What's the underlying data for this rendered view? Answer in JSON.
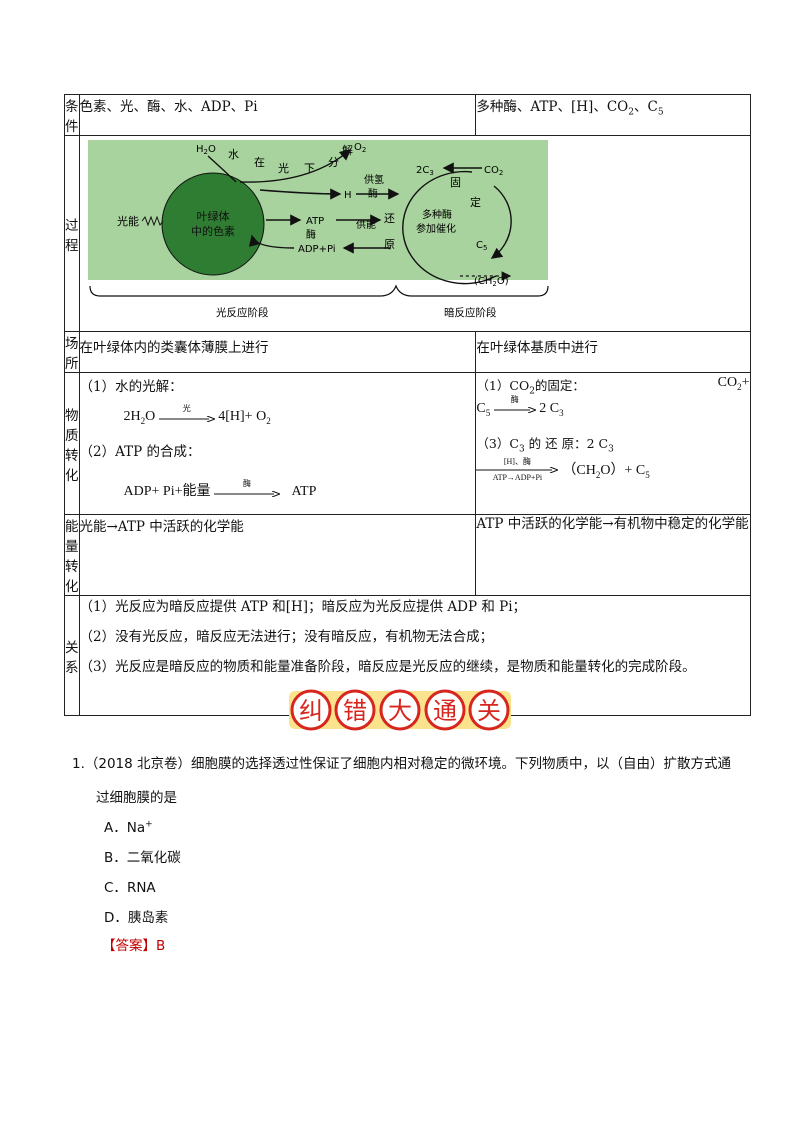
{
  "table": {
    "rows": {
      "conditions": {
        "label": "条件",
        "light": "色素、光、酶、水、ADP、Pi",
        "dark_main": "多种酶、ATP、[H]、CO",
        "dark_sub1": "2",
        "dark_mid": "、C",
        "dark_sub2": "5"
      },
      "process": {
        "label": "过程",
        "diagram": {
          "h2o": "H",
          "h2o_sub": "2",
          "h2o_o": "O",
          "split_text": [
            "水",
            "在",
            "光",
            "下",
            "分",
            "解"
          ],
          "o2": "O",
          "o2_sub": "2",
          "light_energy": "光能",
          "pigment_line1": "叶绿体",
          "pigment_line2": "中的色素",
          "h": "H",
          "atp": "ATP",
          "enzyme": "酶",
          "adp_pi": "ADP+Pi",
          "supply_h1": "供氢",
          "supply_h2": "酶",
          "supply_energy": "供能",
          "reduce1": "还",
          "reduce2": "原",
          "c3": "2C",
          "c3_sub": "3",
          "co2": "CO",
          "co2_sub": "2",
          "fix1": "固",
          "fix2": "定",
          "multi1": "多种酶",
          "multi2": "参加催化",
          "c5": "C",
          "c5_sub": "5",
          "ch2o": "(CH",
          "ch2o_sub": "2",
          "ch2o_end": "O)",
          "light_stage": "光反应阶段",
          "dark_stage": "暗反应阶段"
        }
      },
      "location": {
        "label": "场所",
        "light": "在叶绿体内的类囊体薄膜上进行",
        "dark": "在叶绿体基质中进行"
      },
      "material": {
        "label": "物质转化",
        "light_title1": "（1）水的光解：",
        "light_eq1_left": "2H",
        "light_eq1_sub": "2",
        "light_eq1_o": "O",
        "light_eq1_cond": "光",
        "light_eq1_right": "4[H]+ O",
        "light_eq1_right_sub": "2",
        "light_title2": "（2）ATP 的合成：",
        "light_eq2_left": "ADP+ Pi+能量",
        "light_eq2_cond": "酶",
        "light_eq2_right": "ATP",
        "dark_title1_a": "（1）CO",
        "dark_title1_sub": "2",
        "dark_title1_b": "的固定：",
        "dark_co2": "CO",
        "dark_co2_sub": "2",
        "dark_plus": "+",
        "dark_eq1_left": "C",
        "dark_eq1_left_sub": "5",
        "dark_eq1_cond": "酶",
        "dark_eq1_right": "2 C",
        "dark_eq1_right_sub": "3",
        "dark_title2": "（3）C",
        "dark_title2_sub": "3",
        "dark_title2_b": " 的 还 原：2 C",
        "dark_title2_sub2": "3",
        "dark_title2_end": "",
        "dark_eq2_cond_top": "[H]、酶",
        "dark_eq2_cond_bottom": "ATP→ADP+Pi",
        "dark_eq2_right": "（CH",
        "dark_eq2_right_sub": "2",
        "dark_eq2_right_end": "O）+ C",
        "dark_eq2_right_sub2": "5"
      },
      "energy": {
        "label": "能量转化",
        "light": "光能→ATP 中活跃的化学能",
        "dark": "ATP 中活跃的化学能→有机物中稳定的化学能"
      },
      "relation": {
        "label": "关系",
        "items": [
          "（1）光反应为暗反应提供 ATP 和[H]；暗反应为光反应提供 ADP 和 Pi；",
          "（2）没有光反应，暗反应无法进行；没有暗反应，有机物无法合成；",
          "（3）光反应是暗反应的物质和能量准备阶段，暗反应是光反应的继续，是物质和能量转化的完成阶段。"
        ]
      }
    }
  },
  "banner": {
    "chars": [
      "纠",
      "错",
      "大",
      "通",
      "关"
    ]
  },
  "question": {
    "stem_line1": "1.（2018 北京卷）细胞膜的选择透过性保证了细胞内相对稳定的微环境。下列物质中，以（自由）扩散方式通",
    "stem_line2": "过细胞膜的是",
    "options": [
      {
        "key": "A．",
        "text": "Na",
        "sup": "+"
      },
      {
        "key": "B．",
        "text": "二氧化碳",
        "sup": ""
      },
      {
        "key": "C．",
        "text": "RNA",
        "sup": ""
      },
      {
        "key": "D．",
        "text": "胰岛素",
        "sup": ""
      }
    ],
    "answer_label": "【答案】",
    "answer": "B"
  },
  "colors": {
    "diagram_bg": "#a9d39e",
    "pigment": "#2e7d32",
    "banner_red": "#d7261e",
    "banner_yellow": "#fbe28c",
    "answer_red": "#c00000"
  }
}
